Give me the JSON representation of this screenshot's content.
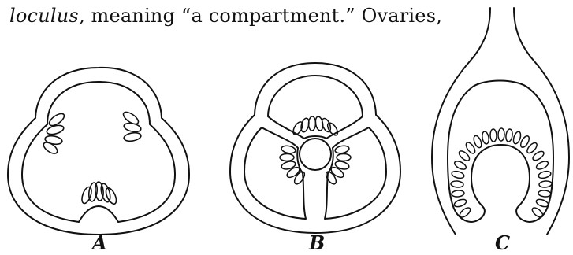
{
  "text": {
    "italic_word": "loculus,",
    "rest": " meaning “a compartment.”  Ovaries,"
  },
  "figures": [
    {
      "id": "A",
      "label": "A"
    },
    {
      "id": "B",
      "label": "B"
    },
    {
      "id": "C",
      "label": "C"
    }
  ]
}
